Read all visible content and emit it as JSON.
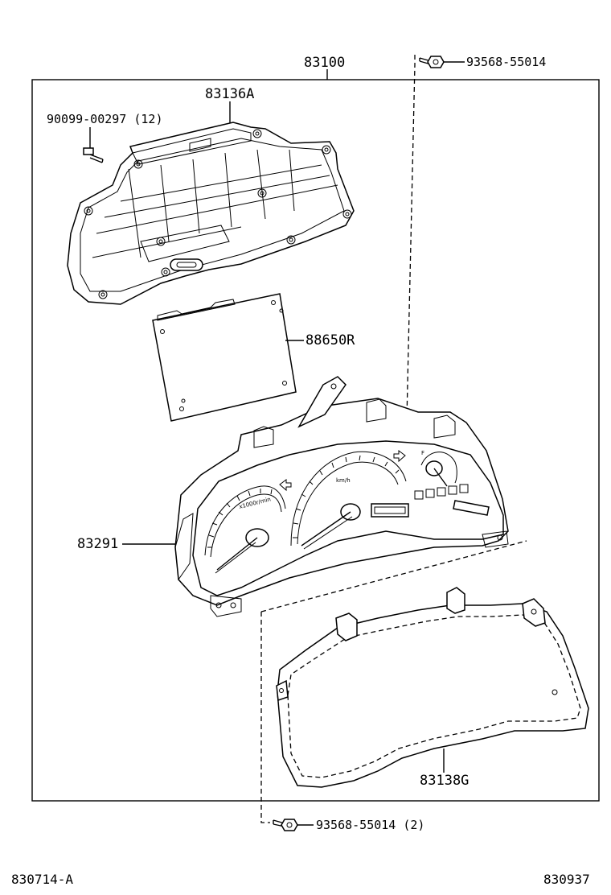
{
  "diagram": {
    "assembly_label": "83100",
    "parts": {
      "housing": "83136A",
      "screw_small": "90099-00297 (12)",
      "circuit_plate": "88650R",
      "meter_assembly": "83291",
      "glass_cover": "83138G",
      "screw_top": "93568-55014",
      "screw_bottom": "93568-55014 (2)"
    },
    "dial_marks": {
      "tachometer_unit": "x1000r/min",
      "speedometer_unit": "km/h",
      "fuel_mark": "F"
    },
    "footer": {
      "left_code": "830714-A",
      "right_code": "830937"
    }
  }
}
